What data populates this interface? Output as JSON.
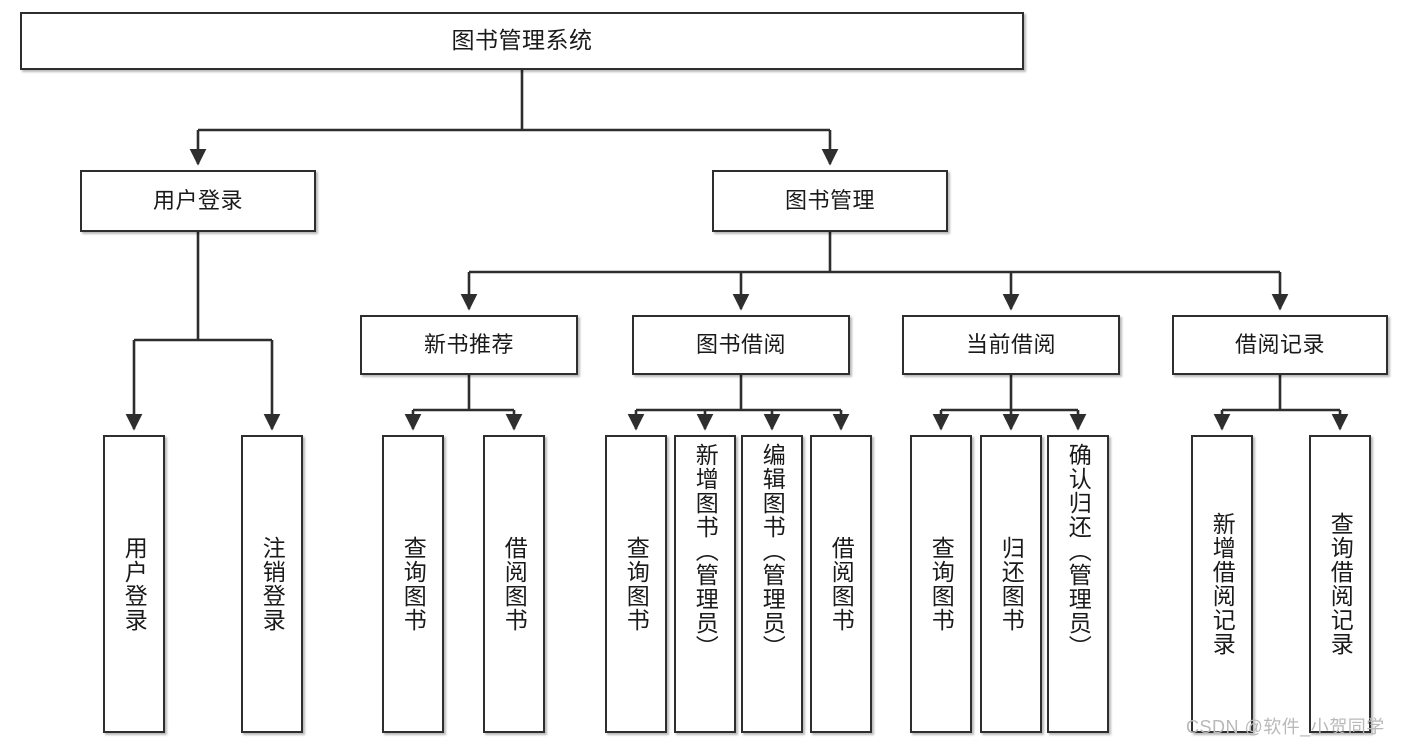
{
  "diagram": {
    "type": "tree-hierarchy",
    "title": "图书管理系统",
    "orientation": "top-down",
    "colors": {
      "box_border": "#2e2e2e",
      "box_fill": "#ffffff",
      "line": "#2e2e2e",
      "text": "#1a1a1a",
      "watermark": "#b9b9b9"
    },
    "nodes": {
      "root": {
        "label": "图书管理系统"
      },
      "level2": [
        {
          "label": "用户登录"
        },
        {
          "label": "图书管理"
        }
      ],
      "level3": [
        {
          "label": "新书推荐"
        },
        {
          "label": "图书借阅"
        },
        {
          "label": "当前借阅"
        },
        {
          "label": "借阅记录"
        }
      ],
      "leaves": {
        "user_login": [
          {
            "label": "用户登录"
          },
          {
            "label": "注销登录"
          }
        ],
        "new_book_recommend": [
          {
            "label": "查询图书"
          },
          {
            "label": "借阅图书"
          }
        ],
        "book_borrow": [
          {
            "label": "查询图书"
          },
          {
            "label": "新增图书（管理员）"
          },
          {
            "label": "编辑图书（管理员）"
          },
          {
            "label": "借阅图书"
          }
        ],
        "current_borrow": [
          {
            "label": "查询图书"
          },
          {
            "label": "归还图书"
          },
          {
            "label": "确认归还（管理员）"
          }
        ],
        "borrow_record": [
          {
            "label": "新增借阅记录"
          },
          {
            "label": "查询借阅记录"
          }
        ]
      }
    },
    "watermark": "CSDN @软件_小贺同学"
  }
}
